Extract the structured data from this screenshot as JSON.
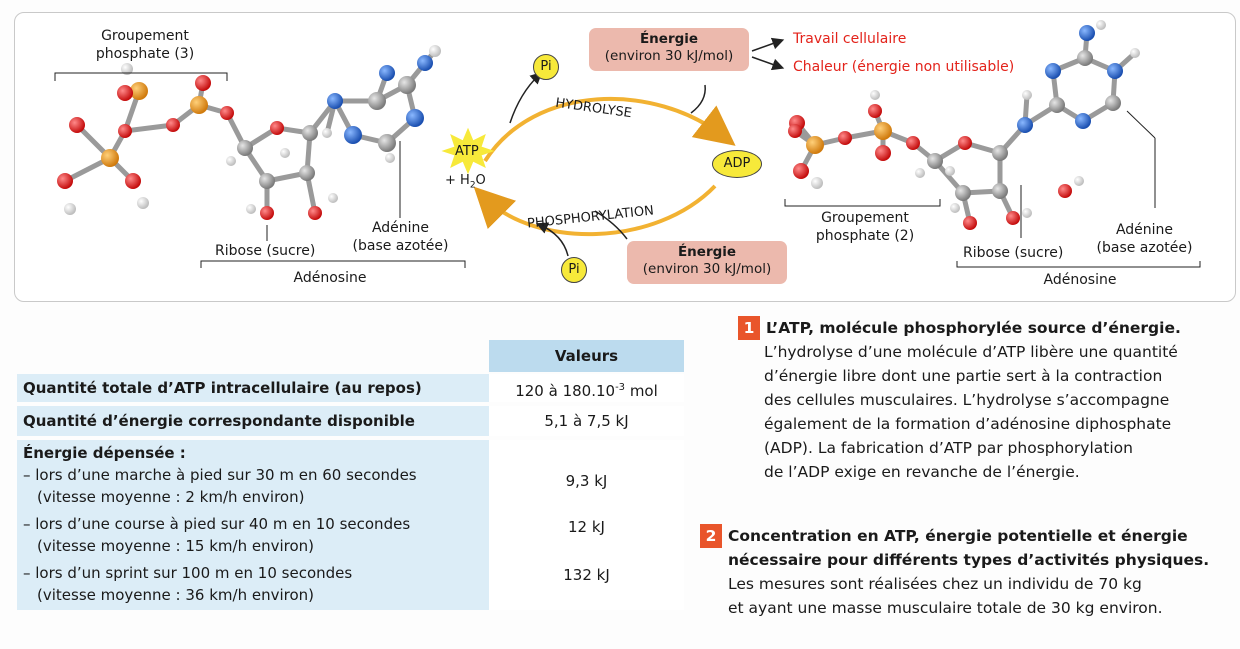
{
  "diagram": {
    "left_molecule": {
      "phosphate_label": [
        "Groupement",
        "phosphate (3)"
      ],
      "ribose_label": "Ribose (sucre)",
      "adenine_label": [
        "Adénine",
        "(base azotée)"
      ],
      "adenosine_label": "Adénosine"
    },
    "right_molecule": {
      "phosphate_label": [
        "Groupement",
        "phosphate (2)"
      ],
      "ribose_label": "Ribose (sucre)",
      "adenine_label": [
        "Adénine",
        "(base azotée)"
      ],
      "adenosine_label": "Adénosine"
    },
    "cycle": {
      "atp": "ATP",
      "water_prefix": "+ H",
      "water_sub": "2",
      "water_suffix": "O",
      "adp": "ADP",
      "pi_top": "Pi",
      "pi_bottom": "Pi",
      "hydrolyse": "HYDROLYSE",
      "phosphorylation": "PHOSPHORYLATION",
      "energy_top": [
        "Énergie",
        "(environ 30 kJ/mol)"
      ],
      "energy_bottom": [
        "Énergie",
        "(environ 30 kJ/mol)"
      ],
      "outputs": [
        "Travail cellulaire",
        "Chaleur (énergie non utilisable)"
      ]
    }
  },
  "table": {
    "header": "Valeurs",
    "rows": [
      {
        "label": "Quantité totale d’ATP intracellulaire (au repos)",
        "value_main": "120 à 180.10",
        "value_sup": "-3",
        "value_unit": " mol"
      },
      {
        "label": "Quantité d’énergie correspondante disponible",
        "value": "5,1 à 7,5 kJ"
      },
      {
        "label": "Énergie dépensée :"
      }
    ],
    "activities": [
      {
        "line1": "– lors d’une marche à pied sur 30 m en 60 secondes",
        "line2": "(vitesse moyenne : 2 km/h environ)",
        "value": "9,3 kJ"
      },
      {
        "line1": "– lors d’une course à pied sur 40 m en 10 secondes",
        "line2": "(vitesse moyenne : 15 km/h environ)",
        "value": "12 kJ"
      },
      {
        "line1": "– lors d’un sprint sur 100 m en 10 secondes",
        "line2": "(vitesse moyenne : 36 km/h environ)",
        "value": "132 kJ"
      }
    ]
  },
  "captions": [
    {
      "number": "1",
      "title": "L’ATP, molécule phosphorylée source d’énergie.",
      "lines": [
        "L’hydrolyse d’une molécule d’ATP libère une quantité",
        "d’énergie libre dont une partie sert à la contraction",
        "des cellules musculaires. L’hydrolyse s’accompagne",
        "également de la formation d’adénosine diphosphate",
        "(ADP). La fabrication d’ATP par phosphorylation",
        "de l’ADP exige en revanche de l’énergie."
      ]
    },
    {
      "number": "2",
      "title_lines": [
        "Concentration en ATP, énergie potentielle et énergie",
        "nécessaire pour différents types d’activités physiques."
      ],
      "lines": [
        "Les mesures sont réalisées chez un individu de 70 kg",
        "et ayant une masse musculaire totale de 30 kg environ."
      ]
    }
  ],
  "colors": {
    "phosphorus": "#e8921e",
    "oxygen": "#e11b1b",
    "carbon": "#9a9a9a",
    "nitrogen": "#2c6fd1",
    "hydrogen": "#ffffff",
    "energy_box": "#ecb9ad",
    "arrow": "#f2b232",
    "output_text": "#e3231b"
  }
}
